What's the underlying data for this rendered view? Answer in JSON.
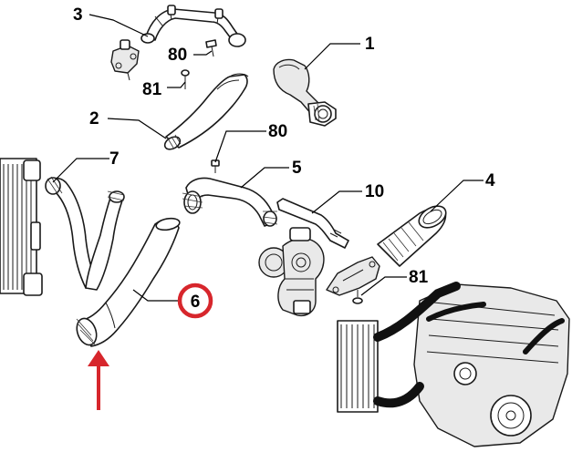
{
  "callouts": {
    "c1": "1",
    "c2": "2",
    "c3": "3",
    "c4": "4",
    "c5": "5",
    "c6": "6",
    "c7": "7",
    "c10": "10",
    "c80a": "80",
    "c80b": "80",
    "c81a": "81",
    "c81b": "81"
  },
  "colors": {
    "highlight_ring": "#d7262c",
    "arrow": "#d7262c",
    "line": "#1a1a1a"
  }
}
